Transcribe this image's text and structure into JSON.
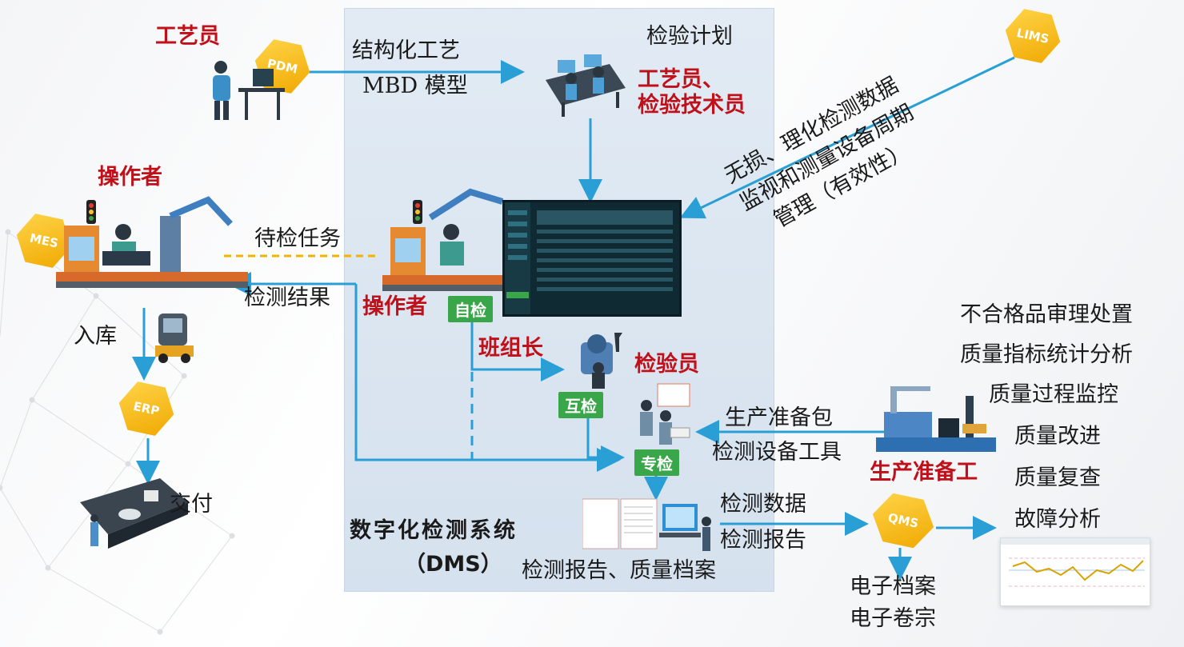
{
  "systems": {
    "pdm": "PDM",
    "lims": "LIMS",
    "mes": "MES",
    "erp": "ERP",
    "qms": "QMS"
  },
  "roles": {
    "craftsman": "工艺员",
    "operator_left": "操作者",
    "operator_center": "操作者",
    "team_leader": "班组长",
    "inspector": "检验员",
    "craft_tech": "工艺员、\n检验技术员",
    "prep_worker": "生产准备工"
  },
  "tags": {
    "self_check": "自检",
    "mutual_check": "互检",
    "special_check": "专检"
  },
  "labels": {
    "structured_process": "结构化工艺",
    "mbd_model": "MBD 模型",
    "inspection_plan": "检验计划",
    "lims_data": "无损、理化检测数据\n监视和测量设备周期\n管理（有效性）",
    "pending_tasks": "待检任务",
    "inspection_results": "检测结果",
    "warehousing": "入库",
    "delivery": "交付",
    "prep_package": "生产准备包",
    "test_equipment": "检测设备工具",
    "test_data": "检测数据",
    "test_report": "检测报告",
    "report_archive": "检测报告、质量档案",
    "dms_title": "数字化检测系统",
    "dms_abbr": "（DMS）",
    "e_archive": "电子档案",
    "e_dossier": "电子卷宗"
  },
  "qms_functions": [
    "不合格品审理处置",
    "质量指标统计分析",
    "质量过程监控",
    "质量改进",
    "质量复查",
    "故障分析"
  ],
  "colors": {
    "arrow": "#2a9fd6",
    "role_red": "#c0111b",
    "hex_yellow": "#f5b800",
    "check_green": "#3aa64a",
    "dms_panel": "#dbe6f1"
  }
}
